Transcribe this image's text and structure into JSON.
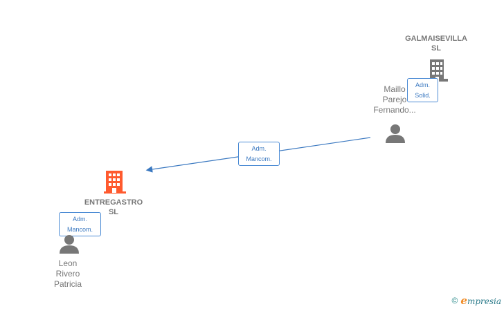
{
  "companies": {
    "main": {
      "name_line1": "ENTREGASTRO",
      "name_line2": "SL",
      "color": "#ff5a2e"
    },
    "related": {
      "name_line1": "GALMAISEVILLA",
      "name_line2": "SL",
      "color": "#777777"
    }
  },
  "people": {
    "maillo": {
      "line1": "Maillo",
      "line2": "Parejo",
      "line3": "Fernando..."
    },
    "leon": {
      "line1": "Leon",
      "line2": "Rivero",
      "line3": "Patricia"
    }
  },
  "roles": {
    "adm_solid": {
      "line1": "Adm.",
      "line2": "Solid."
    },
    "adm_mancom_edge": {
      "line1": "Adm.",
      "line2": "Mancom."
    },
    "adm_mancom_leon": {
      "line1": "Adm.",
      "line2": "Mancom."
    }
  },
  "colors": {
    "edge": "#3a78c0",
    "person_icon": "#777777"
  },
  "watermark": {
    "copyright": "©",
    "logo_letter": "e",
    "brand": "mpresia"
  }
}
